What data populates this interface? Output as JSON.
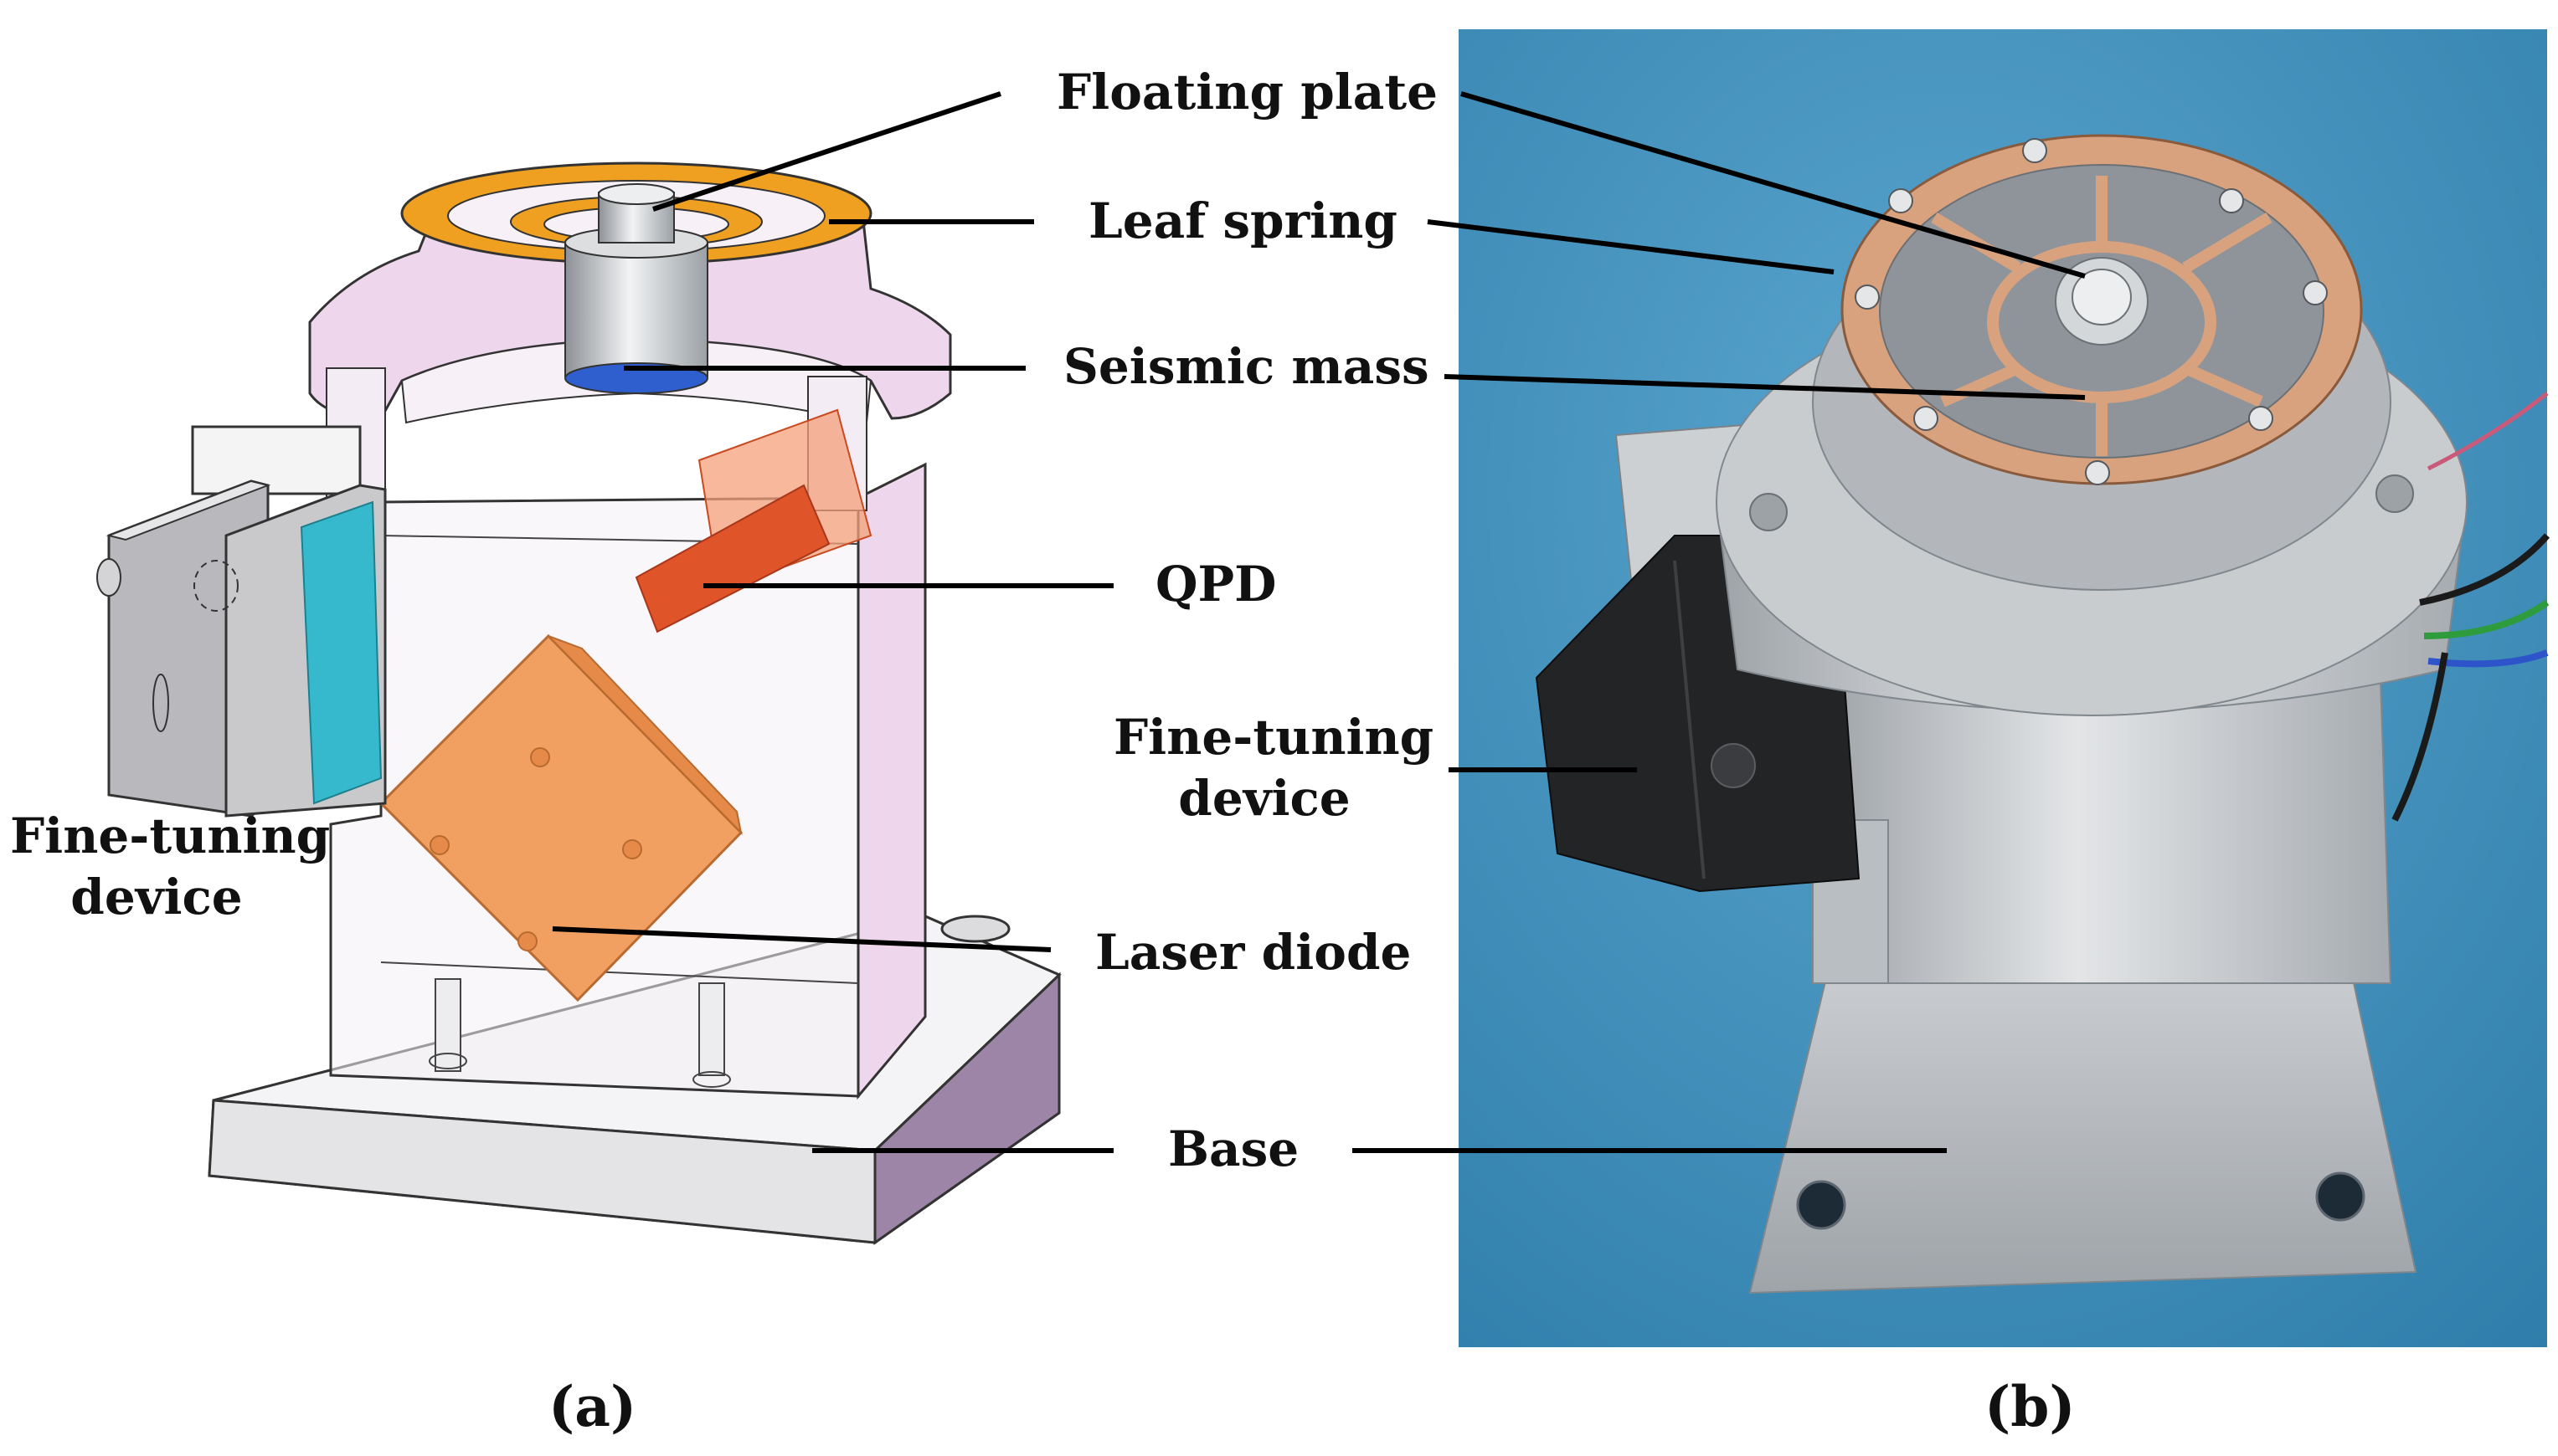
{
  "figure": {
    "panel_a": {
      "caption": "(a)",
      "labels": {
        "floating_plate": "Floating plate",
        "leaf_spring": "Leaf spring",
        "seismic_mass": "Seismic mass",
        "qpd": "QPD",
        "fine_tuning_line1": "Fine-tuning",
        "fine_tuning_line2": "device",
        "laser_diode": "Laser diode",
        "base": "Base"
      }
    },
    "panel_b": {
      "caption": "(b)",
      "labels": {
        "fine_tuning_line1": "Fine-tuning",
        "fine_tuning_line2": "device"
      }
    },
    "colors": {
      "leaf_spring": "#f0a020",
      "qpd": "#e0542a",
      "laser_diode": "#f2a062",
      "housing": "#e9c6e6",
      "base_side": "#9c85a6",
      "fine_tuning_block": "#b9b9bd",
      "fine_tuning_glass": "#36b9cc",
      "photo_background": "#3e8eb9",
      "aluminum": "#c9cccf"
    }
  }
}
